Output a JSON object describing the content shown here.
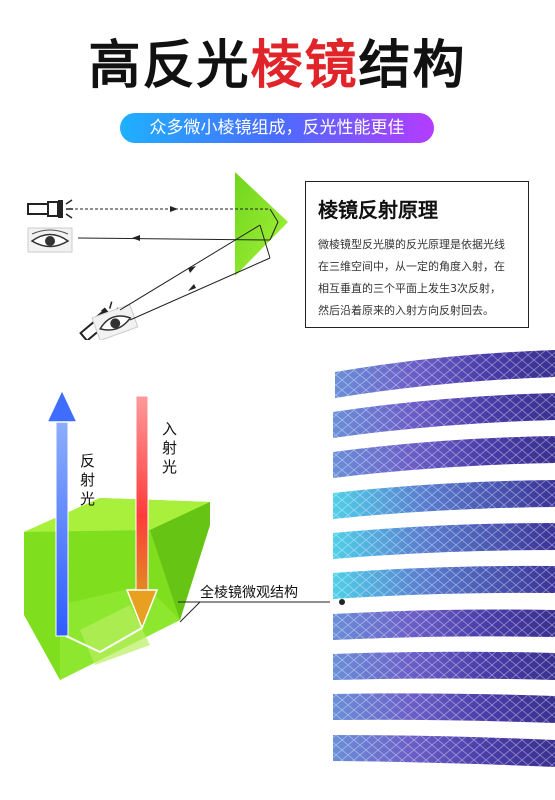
{
  "title": {
    "part1": "高反光",
    "part2": "棱镜",
    "part3": "结构"
  },
  "subtitle": "众多微小棱镜组成，反光性能更佳",
  "principle": {
    "heading": "棱镜反射原理",
    "lines": [
      "微棱镜型反光膜的反光原理是依据光线",
      "在三维空间中，从一定的角度入射，在",
      "相互垂直的三个平面上发生3次反射，",
      "然后沿着原来的入射方向反射回去。"
    ]
  },
  "labels": {
    "reflected": [
      "反",
      "射",
      "光"
    ],
    "incident": [
      "入",
      "射",
      "光"
    ],
    "micro_structure": "全棱镜微观结构"
  },
  "colors": {
    "title_red": "#e0242a",
    "prism_green": "#8ee82a",
    "reflected_arrow": "#3f6dff",
    "incident_arrow": "#ff3b3b",
    "stripe_blue": "#4a4ac8"
  }
}
